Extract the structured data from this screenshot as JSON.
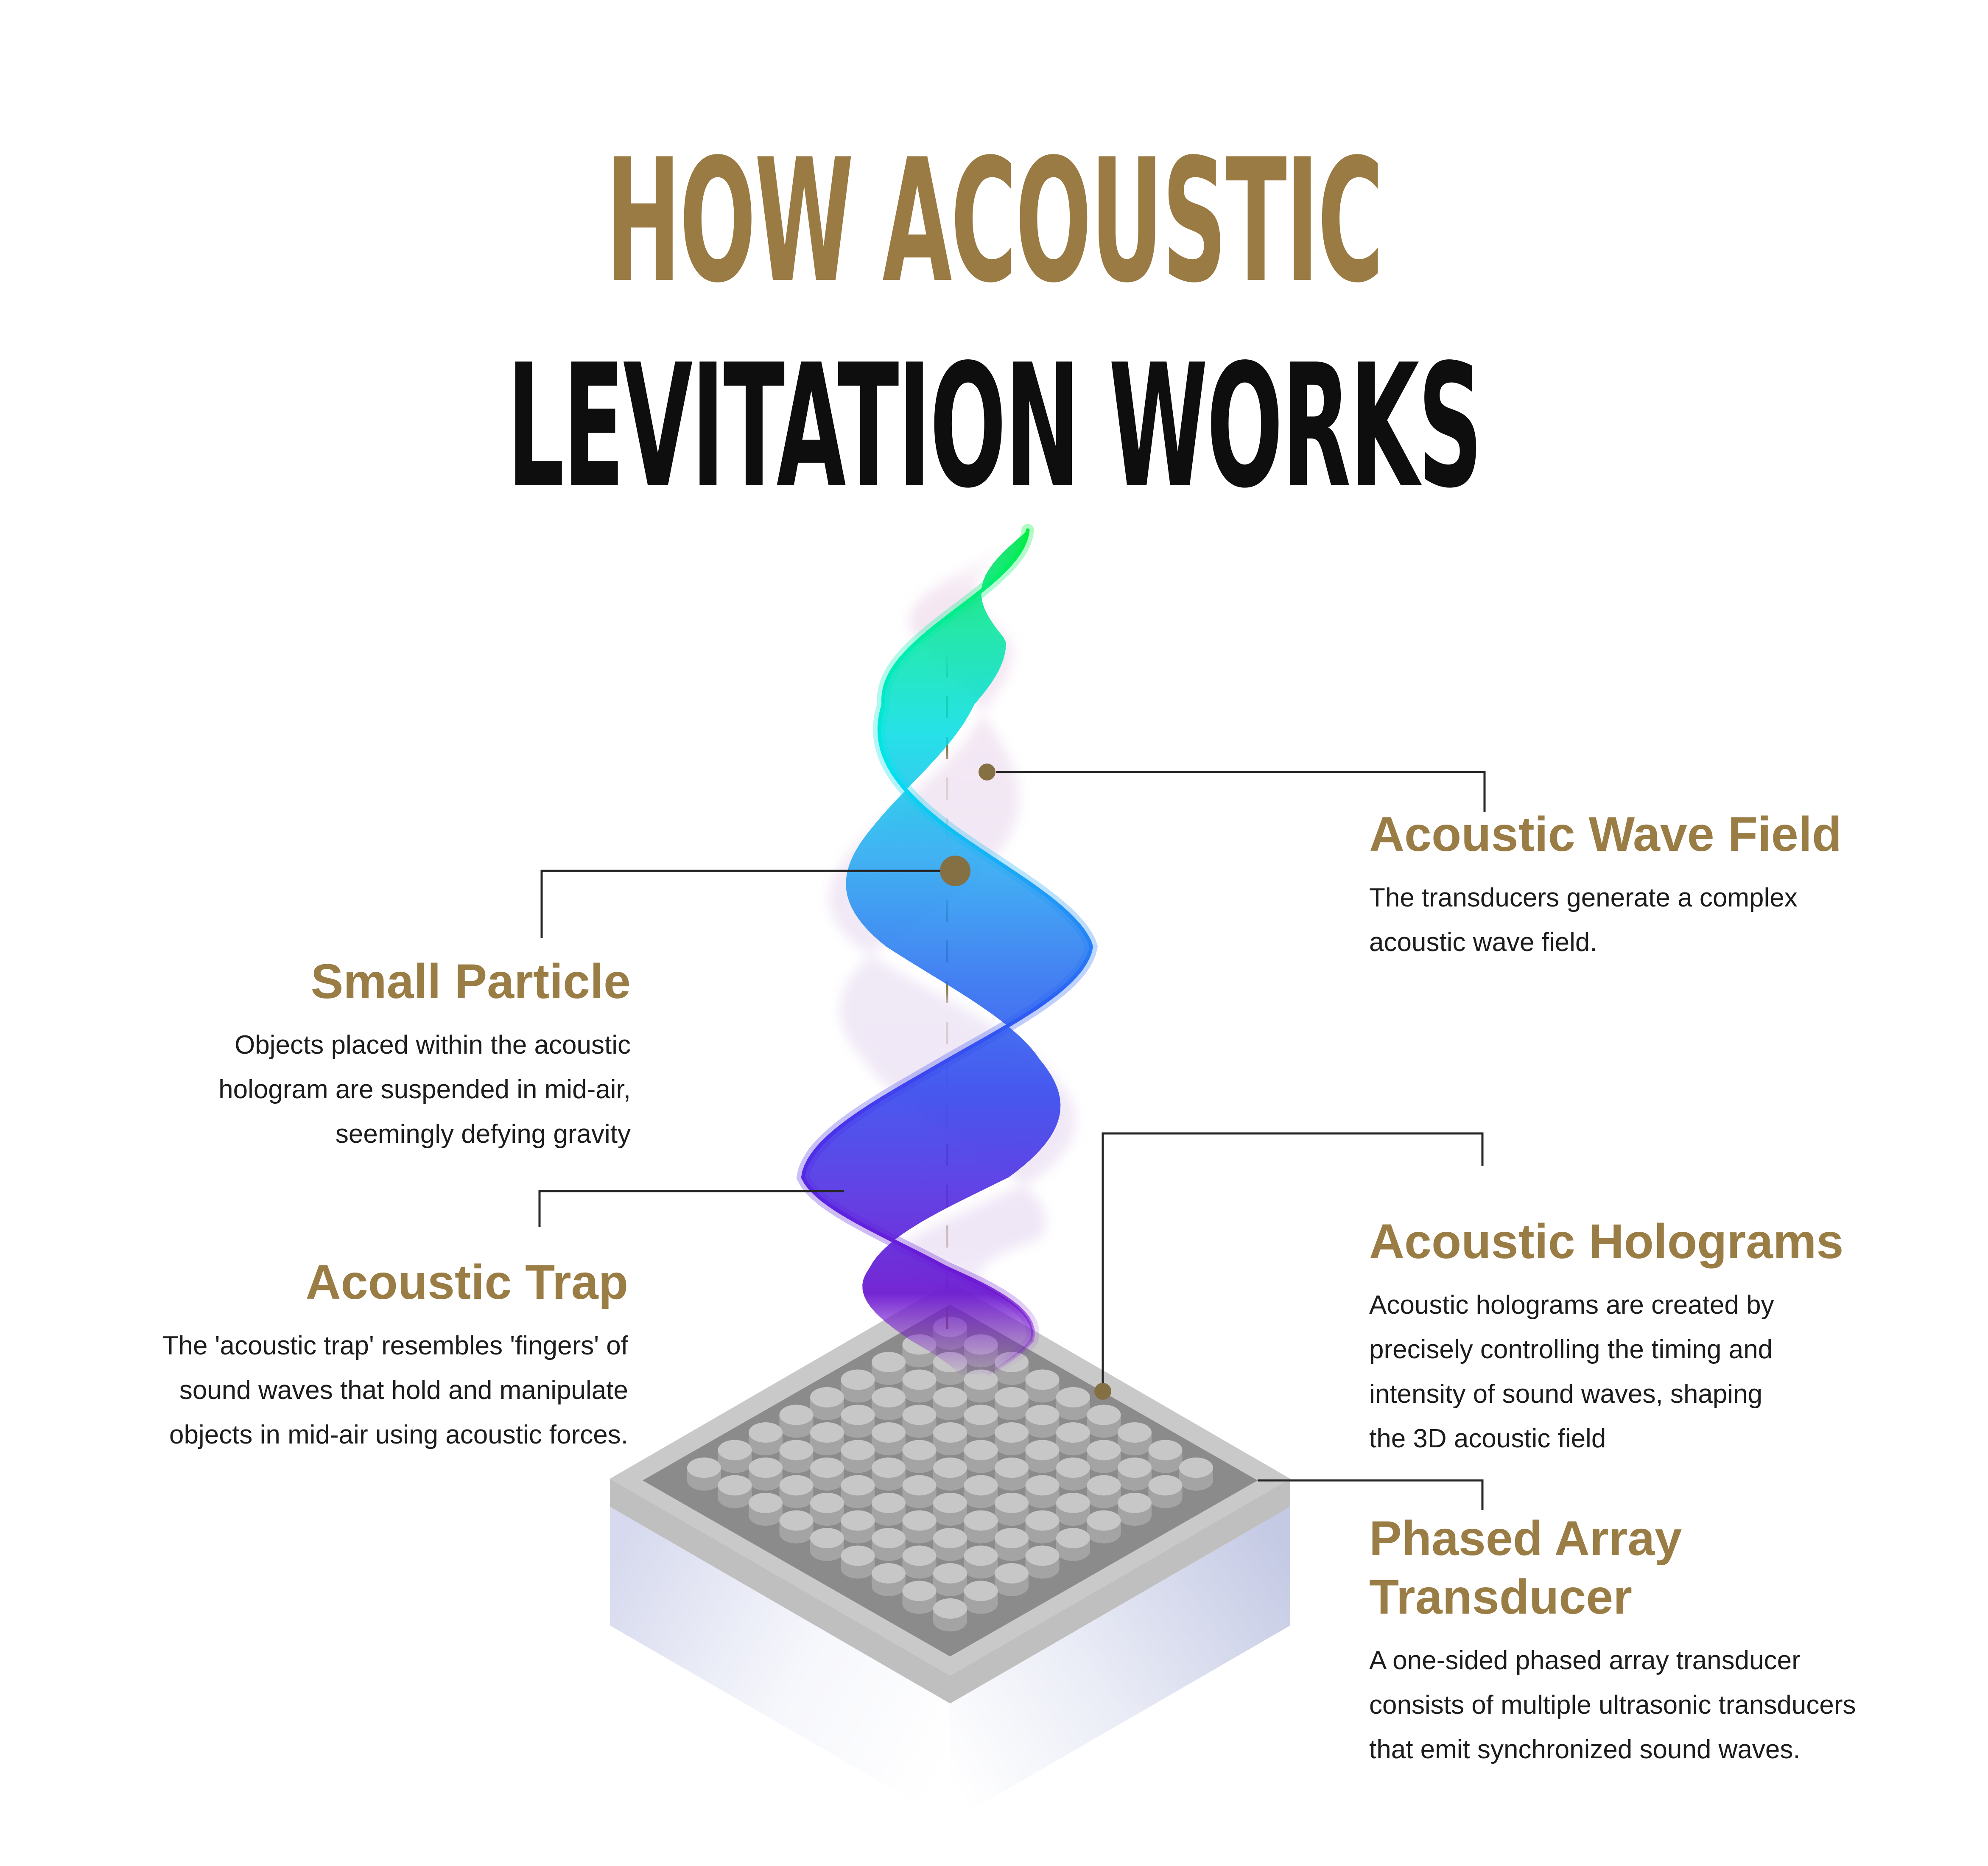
{
  "title": {
    "line1": "HOW ACOUSTIC",
    "line2": "LEVITATION WORKS"
  },
  "callouts": {
    "wave_field": {
      "heading": "Acoustic Wave Field",
      "lines": [
        "The transducers generate a complex",
        "acoustic wave field."
      ]
    },
    "small_particle": {
      "heading": "Small Particle",
      "lines": [
        "Objects placed within the acoustic",
        "hologram are suspended in mid-air,",
        "seemingly defying gravity"
      ]
    },
    "acoustic_trap": {
      "heading": "Acoustic Trap",
      "lines": [
        "The 'acoustic trap' resembles 'fingers' of",
        "sound waves that hold and manipulate",
        "objects in mid-air using acoustic forces."
      ]
    },
    "acoustic_holograms": {
      "heading": "Acoustic Holograms",
      "lines": [
        "Acoustic holograms are created by",
        "precisely controlling the timing and",
        "intensity of sound waves, shaping",
        "the 3D acoustic field"
      ]
    },
    "phased_array": {
      "heading_lines": [
        "Phased Array",
        "Transducer"
      ],
      "lines": [
        "A one-sided phased array transducer",
        "consists of multiple ultrasonic transducers",
        "that emit synchronized sound waves."
      ]
    }
  },
  "colors": {
    "accent_gold": "#9a7c45",
    "title_gold": "#9a7b44",
    "title_dark": "#0e0e0e",
    "body_text": "#1c1c1c",
    "connector": "#262626",
    "marker_gold": "#857044",
    "axis_dash": "#8a7346"
  },
  "illustration": {
    "wave_gradient": [
      "#00e44c",
      "#00e79e",
      "#00dce4",
      "#22aaf2",
      "#2a72f0",
      "#3448ee",
      "#5532e2",
      "#6d1bd1",
      "#7d13c6"
    ],
    "pale_back": "#f1e4f0",
    "plate": {
      "top_face": "#8b8b8b",
      "frame": "#c9c9c9",
      "rim": "#bfbfbf",
      "cylinder_top": "#c7c7c7",
      "cylinder_side": "#a4a4a4",
      "base_left_tint": "#d7daee",
      "base_right_tint": "#c4c9e4"
    },
    "grid": {
      "rows": 9,
      "cols": 9
    }
  }
}
